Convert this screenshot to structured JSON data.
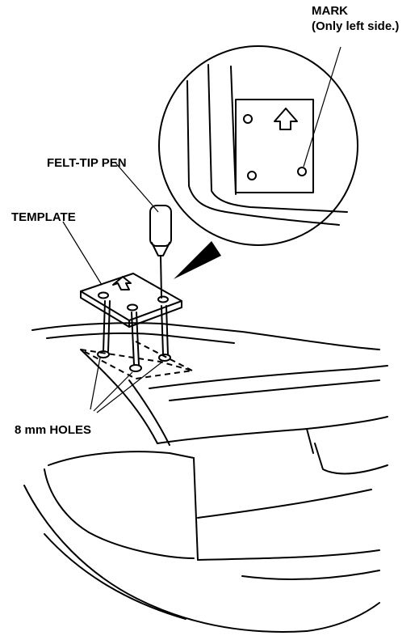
{
  "labels": {
    "mark_line1": "MARK",
    "mark_line2": "(Only left side.)",
    "felt_tip_pen": "FELT-TIP PEN",
    "template": "TEMPLATE",
    "holes": "8 mm HOLES"
  }
}
